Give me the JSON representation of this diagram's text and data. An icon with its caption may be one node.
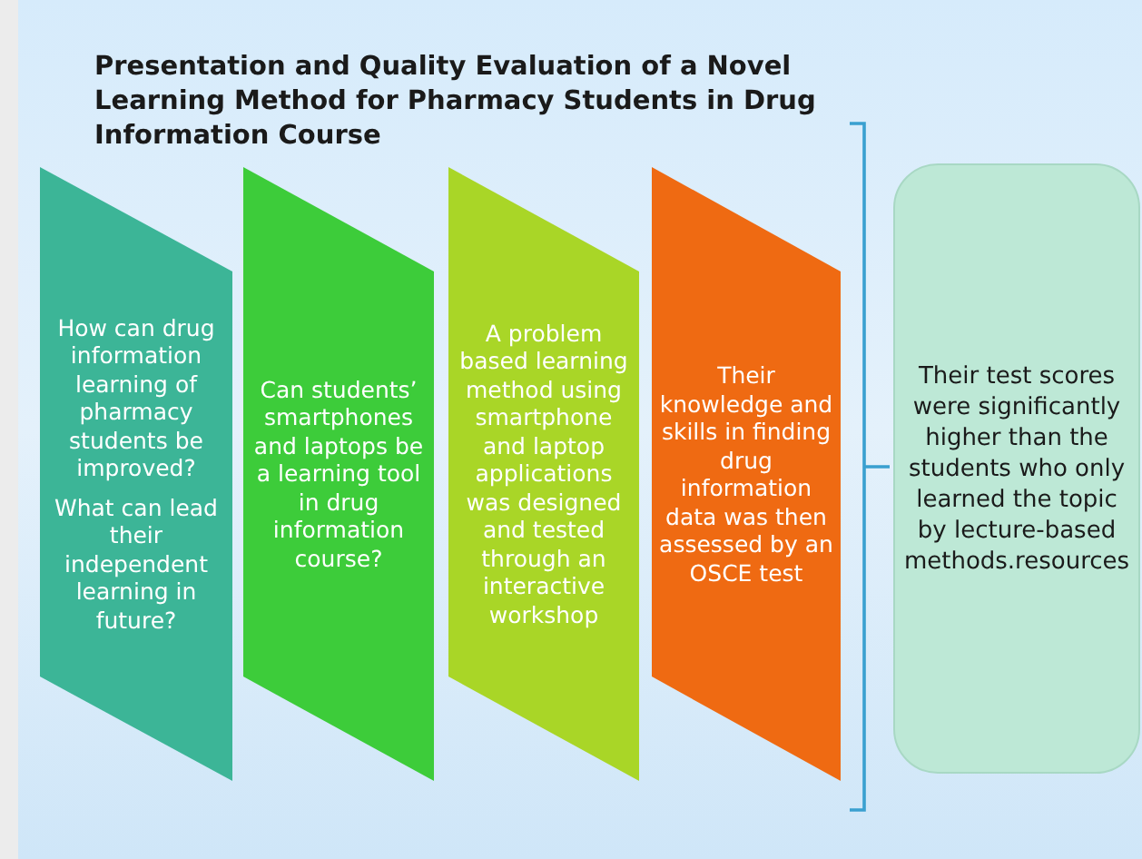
{
  "diagram": {
    "title": "Presentation and Quality Evaluation of a Novel Learning Method for Pharmacy Students in Drug Information Course",
    "nodes": [
      {
        "text": [
          "How can drug information learning of pharmacy students be improved?",
          "What can lead their independent learning in future?"
        ]
      },
      {
        "text": [
          "Can students’ smartphones and laptops be a learning tool in drug information course?"
        ]
      },
      {
        "text": [
          "A problem based learning method using smartphone and laptop applications was designed and tested through an interactive workshop"
        ]
      },
      {
        "text": [
          "Their knowledge and skills in finding drug information data was then assessed by an OSCE test"
        ]
      },
      {
        "text": [
          "Their test scores were significantly higher than the students who only learned the topic by lecture-based methods.resources"
        ]
      }
    ]
  }
}
